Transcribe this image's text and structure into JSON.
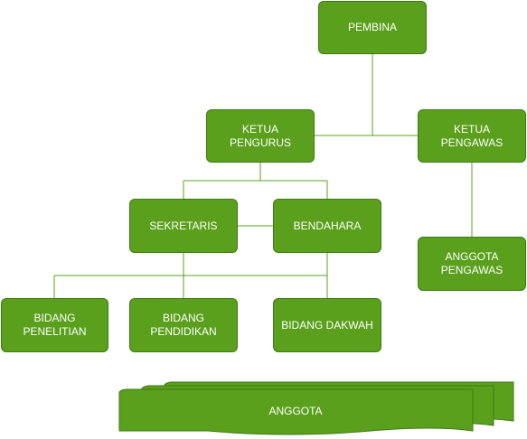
{
  "colors": {
    "box_fill": "#5aa01c",
    "box_border": "#3f7a12",
    "connector": "#5aa01c",
    "text": "#ffffff"
  },
  "nodes": {
    "pembina": "PEMBINA",
    "ketua_pengurus": "KETUA PENGURUS",
    "ketua_pengawas": "KETUA PENGAWAS",
    "sekretaris": "SEKRETARIS",
    "bendahara": "BENDAHARA",
    "anggota_pengawas": "ANGGOTA\nPENGAWAS",
    "bidang_penelitian": "BIDANG\nPENELITIAN",
    "bidang_pendidikan": "BIDANG\nPENDIDIKAN",
    "bidang_dakwah": "BIDANG DAKWAH",
    "anggota": "ANGGOTA"
  }
}
